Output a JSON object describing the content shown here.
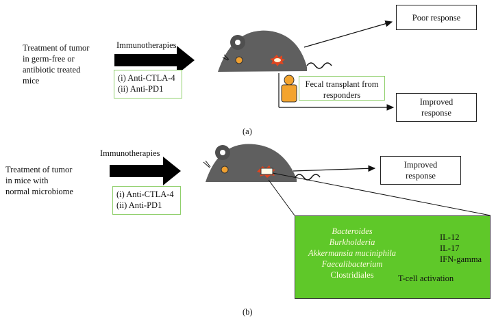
{
  "panel_a": {
    "treatment_lines": [
      "Treatment of tumor",
      "in germ-free or",
      "antibiotic treated",
      "mice"
    ],
    "therapy_title": "Immunotherapies",
    "therapies": [
      "(i) Anti-CTLA-4",
      "(ii) Anti-PD1"
    ],
    "poor_response": "Poor response",
    "fecal_lines": [
      "Fecal transplant from",
      "responders"
    ],
    "improved_lines": [
      "Improved",
      "response"
    ],
    "label": "(a)"
  },
  "panel_b": {
    "treatment_lines": [
      "Treatment of tumor",
      "in mice with",
      "normal microbiome"
    ],
    "therapy_title": "Immunotherapies",
    "therapies": [
      "(i) Anti-CTLA-4",
      "(ii) Anti-PD1"
    ],
    "improved_lines": [
      "Improved",
      "response"
    ],
    "bacteria": [
      "Bacteroides",
      "Burkholderia",
      "Akkermansia muciniphila",
      "Faecalibacterium",
      "Clostridiales"
    ],
    "cytokines": [
      "IL-12",
      "IL-17",
      "IFN-gamma"
    ],
    "activation": "T-cell activation",
    "label": "(b)"
  },
  "colors": {
    "mouse_body": "#5f5f5f",
    "ear_outer": "#555555",
    "eye": "#f0a030",
    "green_panel": "#5fc829",
    "green_border": "#8fcf6b",
    "tumor_burst": "#e0451f"
  }
}
